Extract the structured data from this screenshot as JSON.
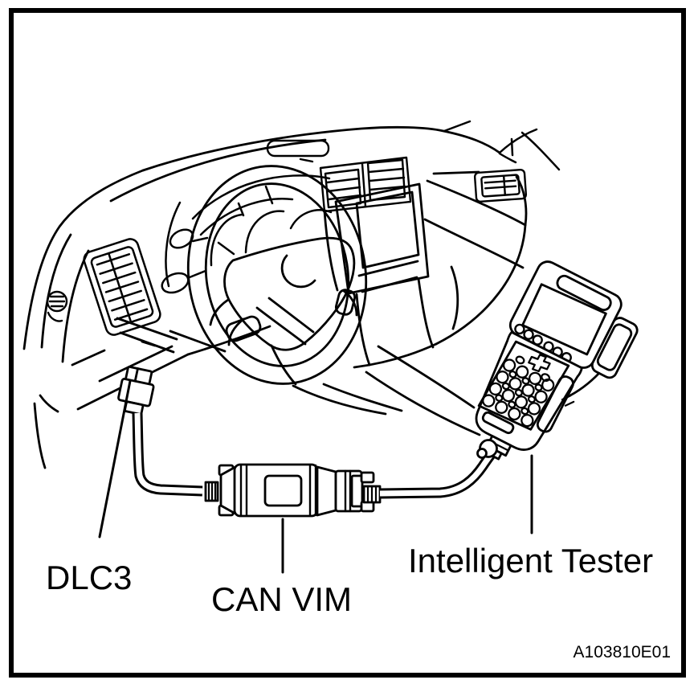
{
  "figure": {
    "code": "A103810E01",
    "labels": {
      "dlc3": "DLC3",
      "can_vim": "CAN VIM",
      "intelligent_tester": "Intelligent Tester"
    },
    "colors": {
      "line": "#000000",
      "background": "#ffffff"
    }
  }
}
